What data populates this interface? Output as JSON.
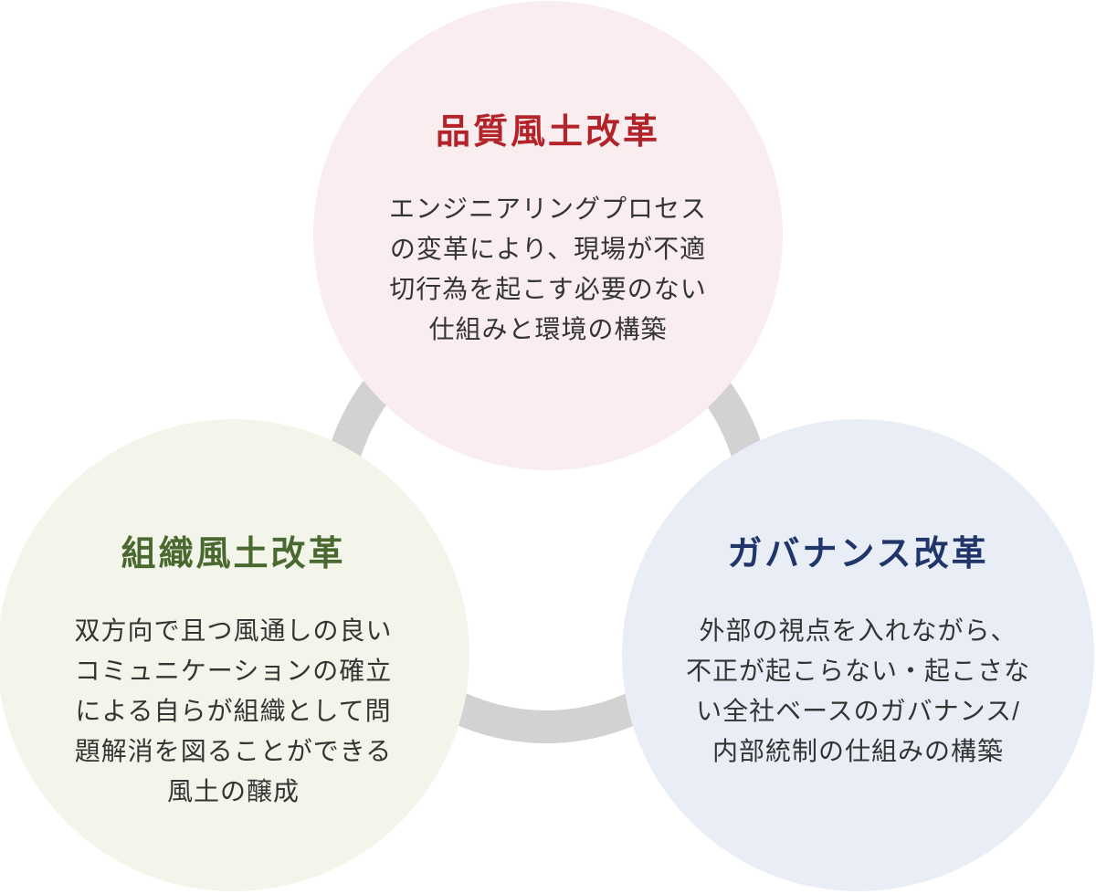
{
  "diagram": {
    "background_color": "#ffffff",
    "ring_color": "#d2d2d3",
    "body_text_color": "#343434",
    "circles": [
      {
        "id": "quality-culture-reform",
        "title": "品質風土改革",
        "body": "エンジニアリングプロセス\nの変革により、現場が不適\n切行為を起こす必要のない\n仕組みと環境の構築",
        "fill": "#faedef",
        "title_color": "#b3242a"
      },
      {
        "id": "organizational-culture-reform",
        "title": "組織風土改革",
        "body": "双方向で且つ風通しの良い\nコミュニケーションの確立\nによる自らが組織として問\n題解消を図ることができる\n風土の醸成",
        "fill": "#f3f4ea",
        "title_color": "#4a6930"
      },
      {
        "id": "governance-reform",
        "title": "ガバナンス改革",
        "body": "外部の視点を入れながら、\n不正が起こらない・起こさな\nい全社ベースのガバナンス/\n内部統制の仕組みの構築",
        "fill": "#e9edf6",
        "title_color": "#20366a"
      }
    ]
  }
}
